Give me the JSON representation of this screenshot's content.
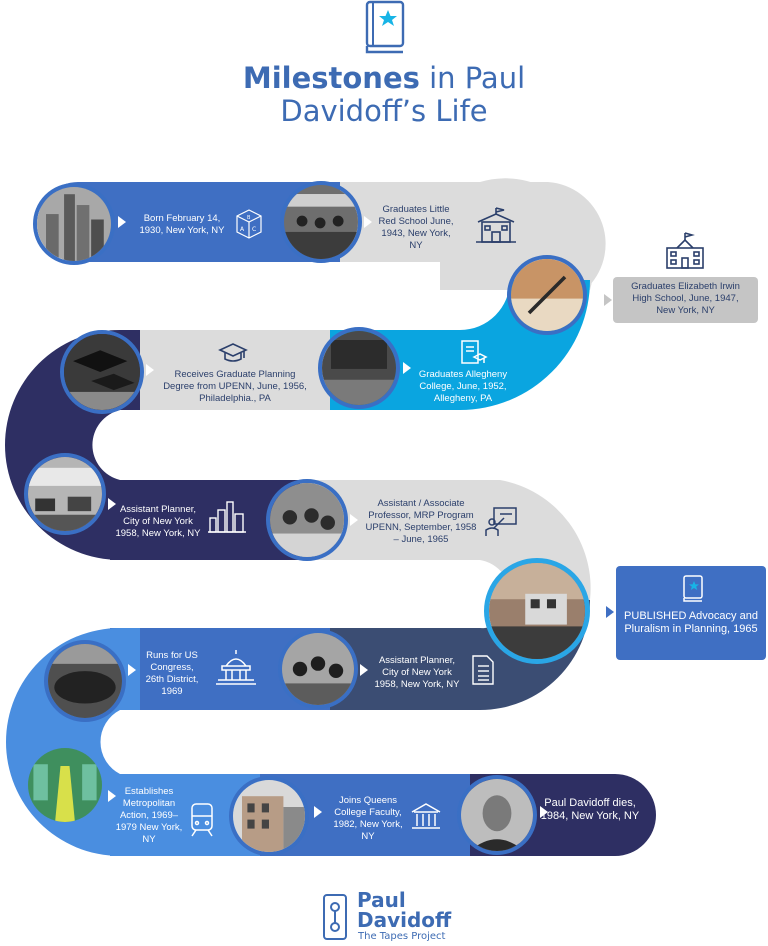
{
  "title": {
    "emphasis": "Milestones",
    "rest1": " in Paul",
    "line2": "Davidoff’s Life"
  },
  "milestones": [
    {
      "text": "Born February 14, 1930, New York, NY",
      "icon": "abc-blocks-icon"
    },
    {
      "text": "Graduates Little Red School June, 1943, New York, NY",
      "icon": "schoolhouse-icon"
    },
    {
      "text": "Graduates Elizabeth Irwin High School, June, 1947, New York, NY",
      "icon": "school-building-icon"
    },
    {
      "text": "Graduates Allegheny College, June, 1952, Allegheny, PA",
      "icon": "diploma-icon"
    },
    {
      "text": "Receives Graduate Planning Degree from UPENN, June, 1956, Philadelphia., PA",
      "icon": "graduation-cap-icon"
    },
    {
      "text": "Assistant Planner, City of New York 1958, New York, NY",
      "icon": "city-skyline-icon"
    },
    {
      "text": "Assistant / Associate Professor, MRP Program UPENN, September, 1958 – June, 1965",
      "icon": "teacher-board-icon"
    },
    {
      "text": "PUBLISHED Advocacy and Pluralism in Planning, 1965",
      "icon": "book-icon"
    },
    {
      "text": "Assistant Planner, City of New York 1958, New York, NY",
      "icon": "checklist-icon"
    },
    {
      "text": "Runs for US Congress, 26th District, 1969",
      "icon": "capitol-icon"
    },
    {
      "text": "Establishes Metropolitan Action, 1969–1979 New York, NY",
      "icon": "train-icon"
    },
    {
      "text": "Joins Queens College Faculty, 1982, New York, NY",
      "icon": "college-building-icon"
    },
    {
      "text": "Paul Davidoff dies, 1984, New York, NY",
      "icon": ""
    }
  ],
  "footer": {
    "line1": "Paul",
    "line2": "Davidoff",
    "line3": "The Tapes Project"
  },
  "colors": {
    "title": "#3d6bb3",
    "grey": "#dcdcdc",
    "cyan": "#0aa5e0",
    "navy": "#2e2f63",
    "blue": "#3f6fc3",
    "lightblue": "#4a8ee0",
    "slate": "#3b4d73",
    "callout": "#c5c5c5"
  }
}
